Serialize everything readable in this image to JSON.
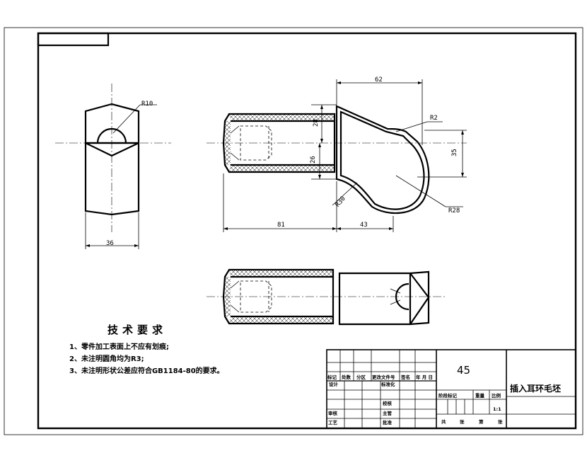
{
  "dimensions": {
    "r10": "R10",
    "width_36": "36",
    "d62": "62",
    "r2": "R2",
    "d28": "28",
    "d26": "26",
    "d35": "35",
    "r30": "R30",
    "r28": "R28",
    "d81": "81",
    "d43": "43"
  },
  "tech_req": {
    "title": "技术要求",
    "items": [
      "1、零件加工表面上不应有划痕;",
      "2、未注明圆角均为R3;",
      "3、未注明形状公差应符合GB1184-80的要求。"
    ]
  },
  "title_block": {
    "material": "45",
    "part_name": "插入耳环毛坯",
    "scale": "1:1",
    "headers": {
      "mark": "标记",
      "count": "处数",
      "zone": "分区",
      "doc_no": "更改文件号",
      "sign": "签名",
      "date": "年 月 日"
    },
    "rows": {
      "design": "设计",
      "standardize": "标准化",
      "check": "审核",
      "craft": "工艺",
      "approve": "批准"
    },
    "middle": {
      "proofread": "校核",
      "chief": "主管"
    },
    "stage": {
      "stage_mark": "阶段标记",
      "weight": "重量",
      "ratio": "比例"
    },
    "sheets": {
      "total": "共",
      "sheet": "张",
      "no": "第",
      "sheet2": "张"
    }
  }
}
